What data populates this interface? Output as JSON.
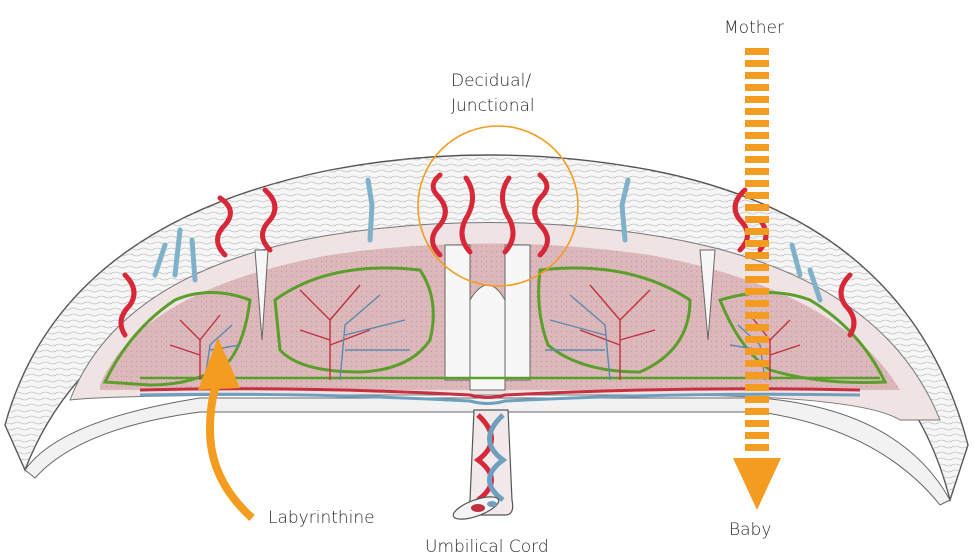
{
  "labels": {
    "mother": "Mother",
    "baby": "Baby",
    "decidual_line1": "Decidual/",
    "decidual_line2": "Junctional",
    "labyrinthine": "Labyrinthine",
    "umbilical_cord": "Umbilical Cord"
  },
  "colors": {
    "accent_orange": "#f39c1f",
    "artery_red": "#d7283a",
    "vein_blue": "#7fb2c9",
    "villus_green": "#5a9e2c",
    "maternal_pink": "#d8b0b4",
    "tissue_line": "#6f6f6f"
  }
}
